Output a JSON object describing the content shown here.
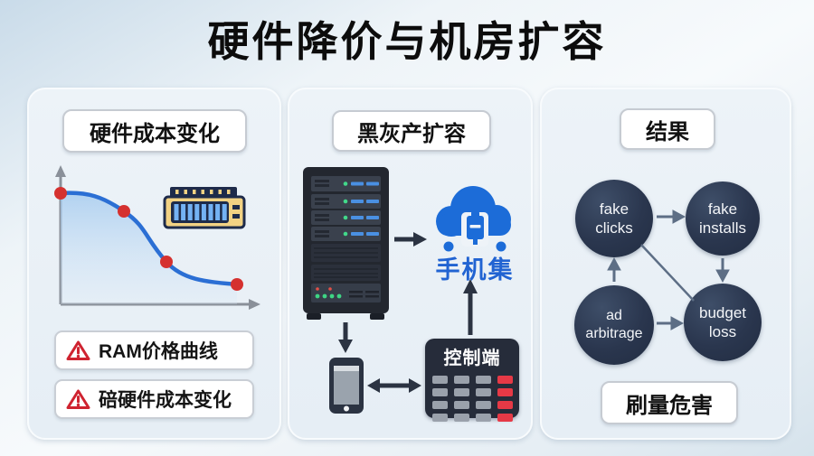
{
  "title": "硬件降价与机房扩容",
  "panels": {
    "hardware": {
      "header": "硬件成本变化",
      "warnings": [
        {
          "label": "RAM价格曲线"
        },
        {
          "label": "碚硬件成本变化"
        }
      ],
      "icons": [
        "ram-module-icon",
        "warning-triangle-icon"
      ]
    },
    "expansion": {
      "header": "黑灰产扩容",
      "cloud_label": "手机集",
      "controller_label": "控制端",
      "icons": [
        "server-rack-icon",
        "cloud-phone-icon",
        "smartphone-icon",
        "controller-keypad-icon"
      ],
      "flow": [
        {
          "from": "server-rack",
          "to": "cloud-phone-cluster"
        },
        {
          "from": "server-rack",
          "to": "smartphone"
        },
        {
          "from": "smartphone",
          "to": "controller",
          "bidirectional": true
        },
        {
          "from": "controller",
          "to": "cloud-phone-cluster"
        }
      ]
    },
    "results": {
      "header": "结果",
      "nodes": [
        {
          "line1": "fake",
          "line2": "clicks"
        },
        {
          "line1": "fake",
          "line2": "installs"
        },
        {
          "line1": "ad",
          "line2": "arbitrage"
        },
        {
          "line1": "budget",
          "line2": "loss"
        }
      ],
      "edges": [
        {
          "from": "fake clicks",
          "to": "fake installs"
        },
        {
          "from": "fake installs",
          "to": "budget loss"
        },
        {
          "from": "ad arbitrage",
          "to": "fake clicks"
        },
        {
          "from": "ad arbitrage",
          "to": "budget loss"
        },
        {
          "from": "fake clicks",
          "to": "budget loss"
        }
      ],
      "footer": "刷量危害"
    }
  },
  "chart_data": {
    "type": "line",
    "title": "硬件成本变化 (RAM价格曲线)",
    "x": [
      0,
      1,
      2,
      3
    ],
    "values": [
      83,
      70,
      33,
      17
    ],
    "value_note": "declining price curve, values estimated as % of unlabeled y-axis height",
    "xlabel": "",
    "ylabel": "",
    "grid": false,
    "line_color": "#2b6fd4",
    "marker_color": "#d5312f",
    "area_fill": true
  },
  "colors": {
    "accent_blue": "#1c6cd8",
    "curve_blue": "#2b6fd4",
    "dot_red": "#d5312f",
    "warning_red": "#cf2330",
    "node_navy": "#2a364e",
    "arrow_dark": "#2b3342",
    "arrow_slate": "#5d6e85",
    "controller_bg": "#262c3a",
    "controller_red_key": "#e63946",
    "ram_tan": "#f2d283",
    "panel_bg": "#e9f0f6"
  }
}
